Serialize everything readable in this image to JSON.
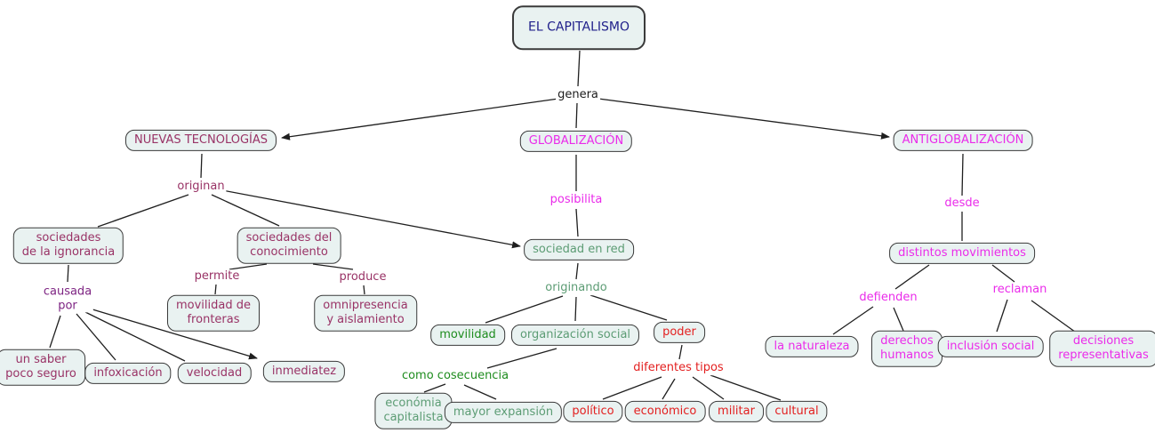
{
  "diagram": {
    "type": "concept-map",
    "language": "es",
    "colors": {
      "root_text": "#1f1f8a",
      "technology_branch_text": "#993366",
      "causada_por_text": "#7d2382",
      "globalization_branch_text": "#ea2bea",
      "green_text": "#1e8c1e",
      "sage_text": "#5c9c74",
      "power_branch_text": "#e32020",
      "connector_line": "#1f1f1f",
      "box_fill": "#e9f2f1",
      "box_border": "#3a3a3a",
      "background": "#ffffff"
    },
    "nodes": {
      "el_capitalismo": {
        "label": "EL CAPITALISMO"
      },
      "nuevas_tecnologias": {
        "label": "NUEVAS TECNOLOGÍAS"
      },
      "globalizacion": {
        "label": "GLOBALIZACIÓN"
      },
      "antiglobalizacion": {
        "label": "ANTIGLOBALIZACIÓN"
      },
      "sociedades_ignorancia": {
        "label": "sociedades\nde la ignorancia"
      },
      "sociedades_conocimiento": {
        "label": "sociedades del\nconocimiento"
      },
      "sociedad_en_red": {
        "label": "sociedad en red"
      },
      "movilidad_fronteras": {
        "label": "movilidad de\nfronteras"
      },
      "omnipresencia": {
        "label": "omnipresencia\ny aislamiento"
      },
      "distintos_movimientos": {
        "label": "distintos movimientos"
      },
      "un_saber": {
        "label": "un saber\npoco seguro"
      },
      "infoxicacion": {
        "label": "infoxicación"
      },
      "velocidad": {
        "label": "velocidad"
      },
      "inmediatez": {
        "label": "inmediatez"
      },
      "movilidad": {
        "label": "movilidad"
      },
      "organizacion_social": {
        "label": "organización social"
      },
      "poder": {
        "label": "poder"
      },
      "economia_capitalista": {
        "label": "económia\ncapitalista"
      },
      "mayor_expansion": {
        "label": "mayor expansión"
      },
      "politico": {
        "label": "político"
      },
      "economico": {
        "label": "económico"
      },
      "militar": {
        "label": "militar"
      },
      "cultural": {
        "label": "cultural"
      },
      "la_naturaleza": {
        "label": "la naturaleza"
      },
      "derechos_humanos": {
        "label": "derechos\nhumanos"
      },
      "inclusion_social": {
        "label": "inclusión social"
      },
      "decisiones_representativas": {
        "label": "decisiones\nrepresentativas"
      }
    },
    "link_labels": {
      "genera": {
        "label": "genera"
      },
      "originan": {
        "label": "originan"
      },
      "posibilita": {
        "label": "posibilita"
      },
      "desde": {
        "label": "desde"
      },
      "causada_por": {
        "label": "causada\npor"
      },
      "permite": {
        "label": "permite"
      },
      "produce": {
        "label": "produce"
      },
      "originando": {
        "label": "originando"
      },
      "como_cosecuencia": {
        "label": "como cosecuencia"
      },
      "diferentes_tipos": {
        "label": "diferentes tipos"
      },
      "defienden": {
        "label": "defienden"
      },
      "reclaman": {
        "label": "reclaman"
      }
    },
    "relations": [
      {
        "from": "EL CAPITALISMO",
        "label": "genera",
        "to": [
          "NUEVAS TECNOLOGÍAS",
          "GLOBALIZACIÓN",
          "ANTIGLOBALIZACIÓN"
        ]
      },
      {
        "from": "NUEVAS TECNOLOGÍAS",
        "label": "originan",
        "to": [
          "sociedades de la ignorancia",
          "sociedades del conocimiento",
          "sociedad en red"
        ]
      },
      {
        "from": "sociedades de la ignorancia",
        "label": "causada por",
        "to": [
          "un saber poco seguro",
          "infoxicación",
          "velocidad",
          "inmediatez"
        ]
      },
      {
        "from": "sociedades del conocimiento",
        "label": "permite",
        "to": [
          "movilidad de fronteras"
        ]
      },
      {
        "from": "sociedades del conocimiento",
        "label": "produce",
        "to": [
          "omnipresencia y aislamiento"
        ]
      },
      {
        "from": "GLOBALIZACIÓN",
        "label": "posibilita",
        "to": [
          "sociedad en red"
        ]
      },
      {
        "from": "sociedad en red",
        "label": "originando",
        "to": [
          "movilidad",
          "organización social",
          "poder"
        ]
      },
      {
        "from": "organización social",
        "label": "como cosecuencia",
        "to": [
          "económia capitalista",
          "mayor expansión"
        ]
      },
      {
        "from": "poder",
        "label": "diferentes tipos",
        "to": [
          "político",
          "económico",
          "militar",
          "cultural"
        ]
      },
      {
        "from": "ANTIGLOBALIZACIÓN",
        "label": "desde",
        "to": [
          "distintos movimientos"
        ]
      },
      {
        "from": "distintos movimientos",
        "label": "defienden",
        "to": [
          "la naturaleza",
          "derechos humanos"
        ]
      },
      {
        "from": "distintos movimientos",
        "label": "reclaman",
        "to": [
          "inclusión social",
          "decisiones representativas"
        ]
      }
    ]
  }
}
